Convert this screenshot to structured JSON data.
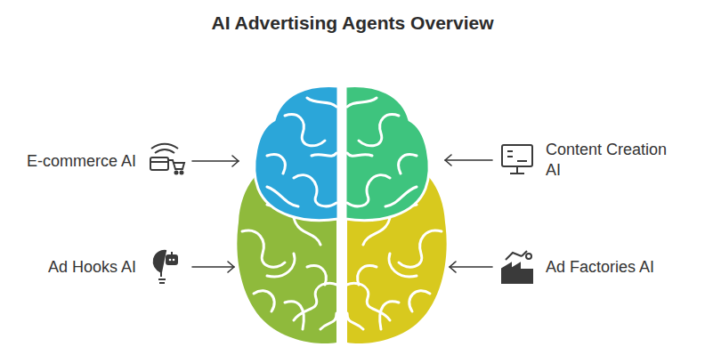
{
  "diagram": {
    "title": "AI Advertising Agents Overview",
    "labels": [
      "E-commerce AI",
      "Content Creation AI",
      "Ad Hooks AI",
      "Ad Factories AI"
    ]
  }
}
